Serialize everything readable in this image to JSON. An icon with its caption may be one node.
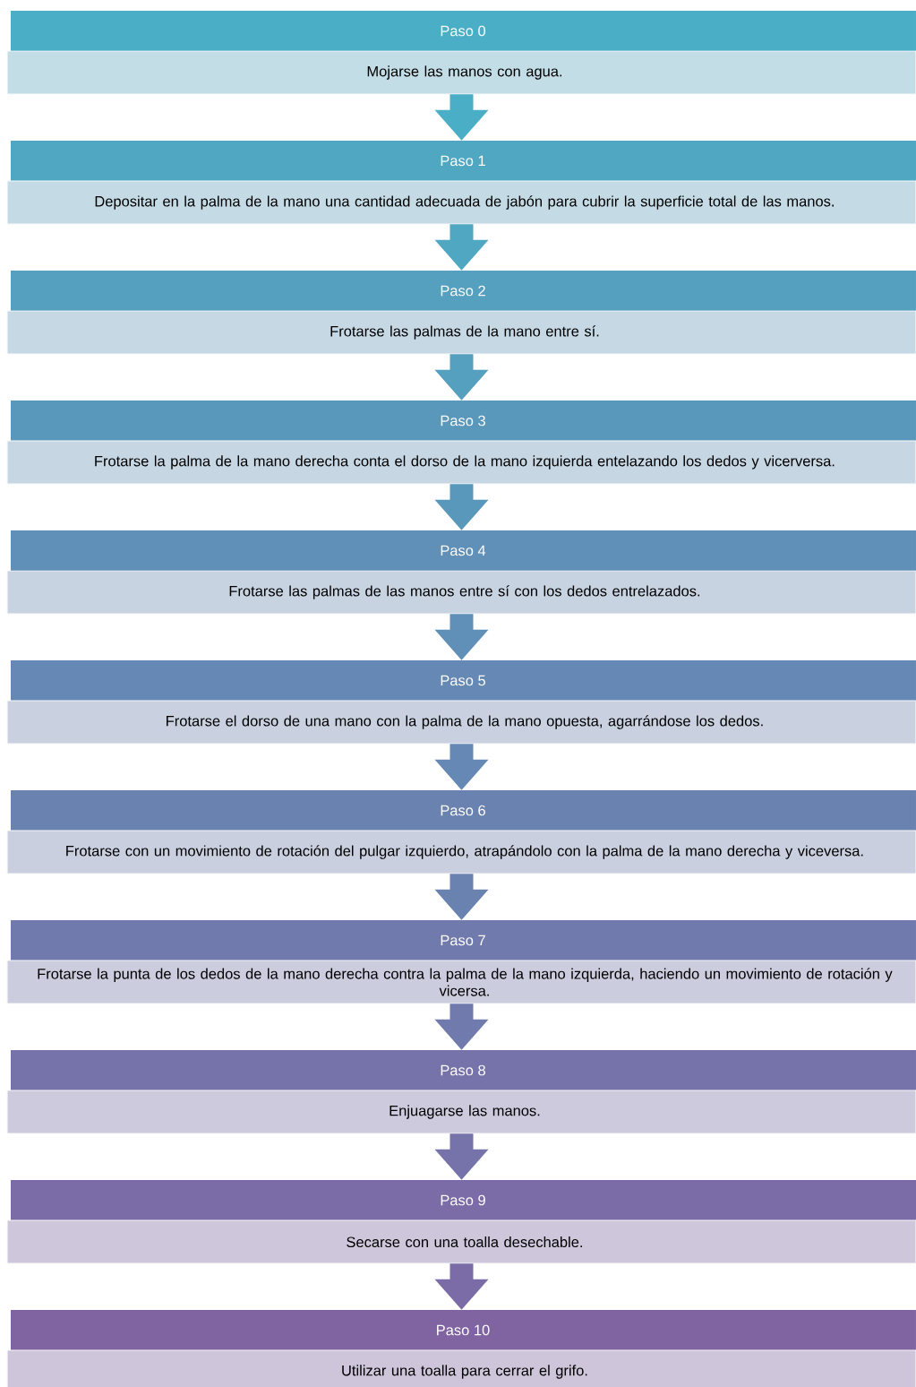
{
  "diagram": {
    "nodes": [
      {
        "text": [
          "Paso 0",
          "Mojarse las manos con agua."
        ]
      },
      {
        "text": [
          "Paso 1",
          "Depositar en la palma de la mano una cantidad adecuada de jabón para cubrir la superficie total de las manos."
        ]
      },
      {
        "text": [
          "Paso 2",
          "Frotarse las palmas de la mano entre sí."
        ]
      },
      {
        "text": [
          "Paso 3",
          "Frotarse la palma de la mano derecha conta el dorso de la mano izquierda entelazando los dedos y vicerversa."
        ]
      },
      {
        "text": [
          "Paso 4",
          "Frotarse las palmas de las manos entre sí con los dedos entrelazados."
        ]
      },
      {
        "text": [
          "Paso 5",
          "Frotarse el dorso de una mano con la palma de la mano opuesta, agarrándose los dedos."
        ]
      },
      {
        "text": [
          "Paso 6",
          "Frotarse con un movimiento de rotación del pulgar izquierdo, atrapándolo con la palma de la mano derecha y viceversa."
        ]
      },
      {
        "text": [
          "Paso 7",
          "Frotarse la punta de los dedos de la mano derecha contra la palma de la mano izquierda, haciendo un movimiento de rotación y vicersa."
        ]
      },
      {
        "text": [
          "Paso 8",
          "Enjuagarse las manos."
        ]
      },
      {
        "text": [
          "Paso 9",
          "Secarse con una toalla desechable."
        ]
      },
      {
        "text": [
          "Paso 10",
          "Utilizar una toalla para cerrar el grifo."
        ]
      }
    ],
    "edges": [
      {
        "from": 0,
        "to": 1,
        "arrow": "to"
      },
      {
        "from": 1,
        "to": 2,
        "arrow": "to"
      },
      {
        "from": 2,
        "to": 3,
        "arrow": "to"
      },
      {
        "from": 3,
        "to": 4,
        "arrow": "to"
      },
      {
        "from": 4,
        "to": 5,
        "arrow": "to"
      },
      {
        "from": 5,
        "to": 6,
        "arrow": "to"
      },
      {
        "from": 6,
        "to": 7,
        "arrow": "to"
      },
      {
        "from": 7,
        "to": 8,
        "arrow": "to"
      },
      {
        "from": 8,
        "to": 9,
        "arrow": "to"
      },
      {
        "from": 9,
        "to": 10,
        "arrow": "to"
      }
    ]
  }
}
